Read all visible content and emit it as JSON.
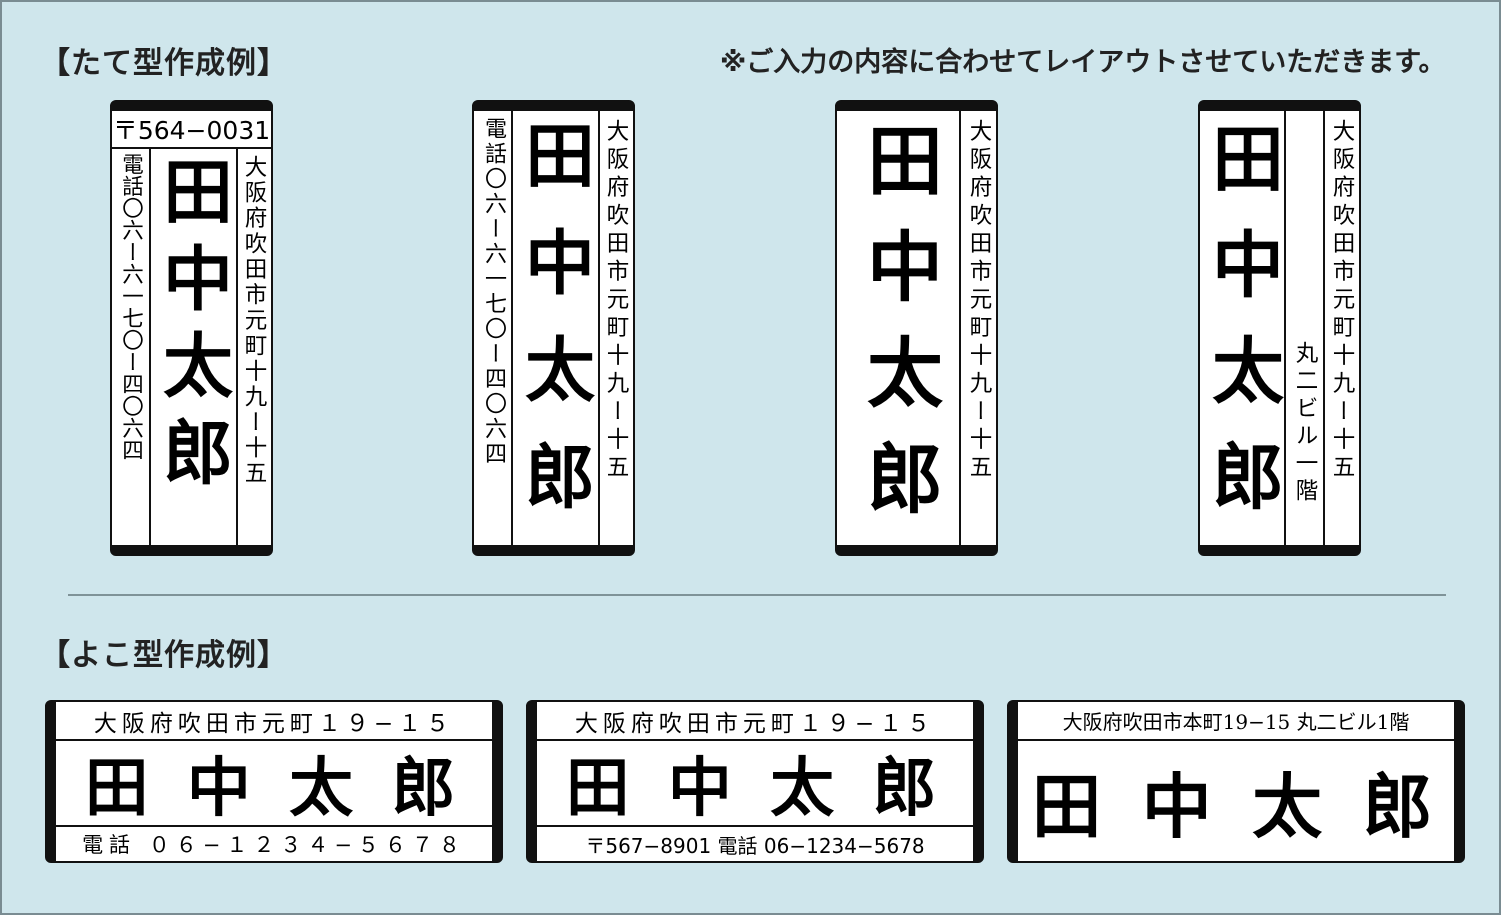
{
  "tate_heading": "【たて型作成例】",
  "yoko_heading": "【よこ型作成例】",
  "layout_note": "※ご入力の内容に合わせてレイアウトさせていただきます。",
  "vertical_examples": [
    {
      "zip": "〒564−0031",
      "phone": "電話〇六ー六一七〇ー四〇六四",
      "name": "田中太郎",
      "address": "大阪府吹田市元町十九ー十五"
    },
    {
      "phone": "電話〇六ー六一七〇ー四〇六四",
      "name": "田中太郎",
      "address": "大阪府吹田市元町十九ー十五"
    },
    {
      "name": "田中太郎",
      "address": "大阪府吹田市元町十九ー十五"
    },
    {
      "name": "田中太郎",
      "building": "丸二ビル一階",
      "address": "大阪府吹田市元町十九ー十五"
    }
  ],
  "horizontal_examples": [
    {
      "address": "大阪府吹田市元町１９−１５",
      "name": "田 中 太 郎",
      "bottom": "電話 ０６−１２３４−５６７８"
    },
    {
      "address": "大阪府吹田市元町１９−１５",
      "name": "田 中 太 郎",
      "bottom": "〒567−8901 電話 06−1234−5678"
    },
    {
      "address": "大阪府吹田市本町19−15 丸二ビル1階",
      "name": "田 中 太 郎"
    }
  ]
}
